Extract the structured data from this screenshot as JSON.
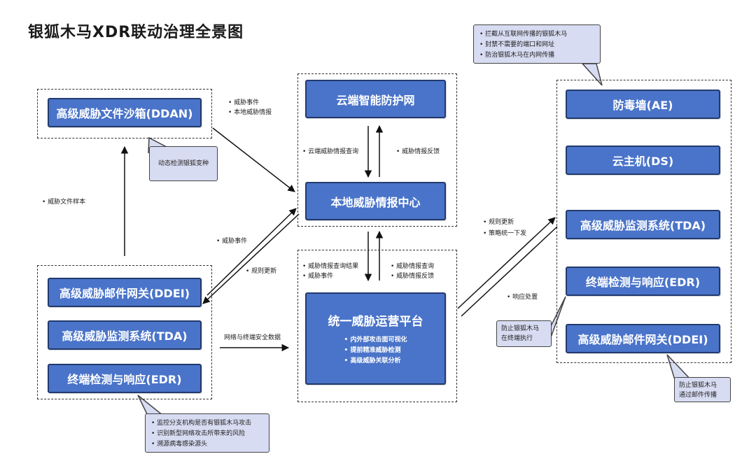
{
  "title": "银狐木马XDR联动治理全景图",
  "left_group": {
    "sandbox": "高级威胁文件沙箱(DDAN)",
    "sandbox_note": "动态检测银狐变种",
    "boxes": [
      "高级威胁邮件网关(DDEI)",
      "高级威胁监测系统(TDA)",
      "终端检测与响应(EDR)"
    ],
    "bottom_note": [
      "监控分支机构是否有银狐木马攻击",
      "识别新型网络攻击所带来的风险",
      "溯源病毒感染源头"
    ]
  },
  "center": {
    "cloud": "云端智能防护网",
    "local": "本地威胁情报中心",
    "platform": {
      "title": "统一威胁运营平台",
      "items": [
        "内外部攻击面可视化",
        "提前精准威胁检测",
        "高级威胁关联分析"
      ]
    }
  },
  "right_group": {
    "boxes": [
      "防毒墙(AE)",
      "云主机(DS)",
      "高级威胁监测系统(TDA)",
      "终端检测与响应(EDR)",
      "高级威胁邮件网关(DDEI)"
    ],
    "top_note": [
      "拦截从互联网传播的银狐木马",
      "封禁不需要的端口和网址",
      "防治银狐木马在内网传播"
    ],
    "edr_note": "防止银狐木马\n在终端执行",
    "ddei_note": "防止银狐木马\n通过邮件传播"
  },
  "labels": {
    "sandbox_to_local": [
      "威胁事件",
      "本地威胁情报"
    ],
    "file_sample": "威胁文件样本",
    "cloud_down": "云端威胁情报查询",
    "cloud_up": "威胁情报反馈",
    "threat_event": "威胁事件",
    "rule_update": "规则更新",
    "platform_left": [
      "威胁情报查询结果",
      "威胁事件"
    ],
    "platform_right": [
      "威胁情报查询",
      "威胁情报反馈"
    ],
    "net_data": "网络与终端安全数据",
    "right_top": [
      "规则更新",
      "策略统一下发"
    ],
    "response": "响应处置"
  }
}
